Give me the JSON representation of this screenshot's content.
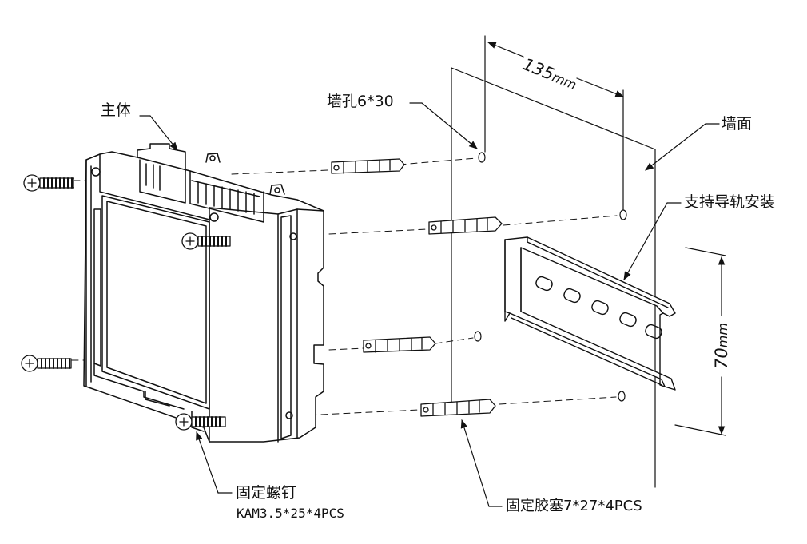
{
  "labels": {
    "body": "主体",
    "wall_hole": "墙孔6*30",
    "wall_surface": "墙面",
    "rail_mount": "支持导轨安装",
    "screw_title": "固定螺钉",
    "screw_spec": "KAM3.5*25*4PCS",
    "plug_spec": "固定胶塞7*27*4PCS"
  },
  "dimensions": {
    "width_value": "135",
    "width_unit": "mm",
    "height_value": "70",
    "height_unit": "mm"
  },
  "colors": {
    "line": "#111111",
    "background": "#ffffff"
  }
}
